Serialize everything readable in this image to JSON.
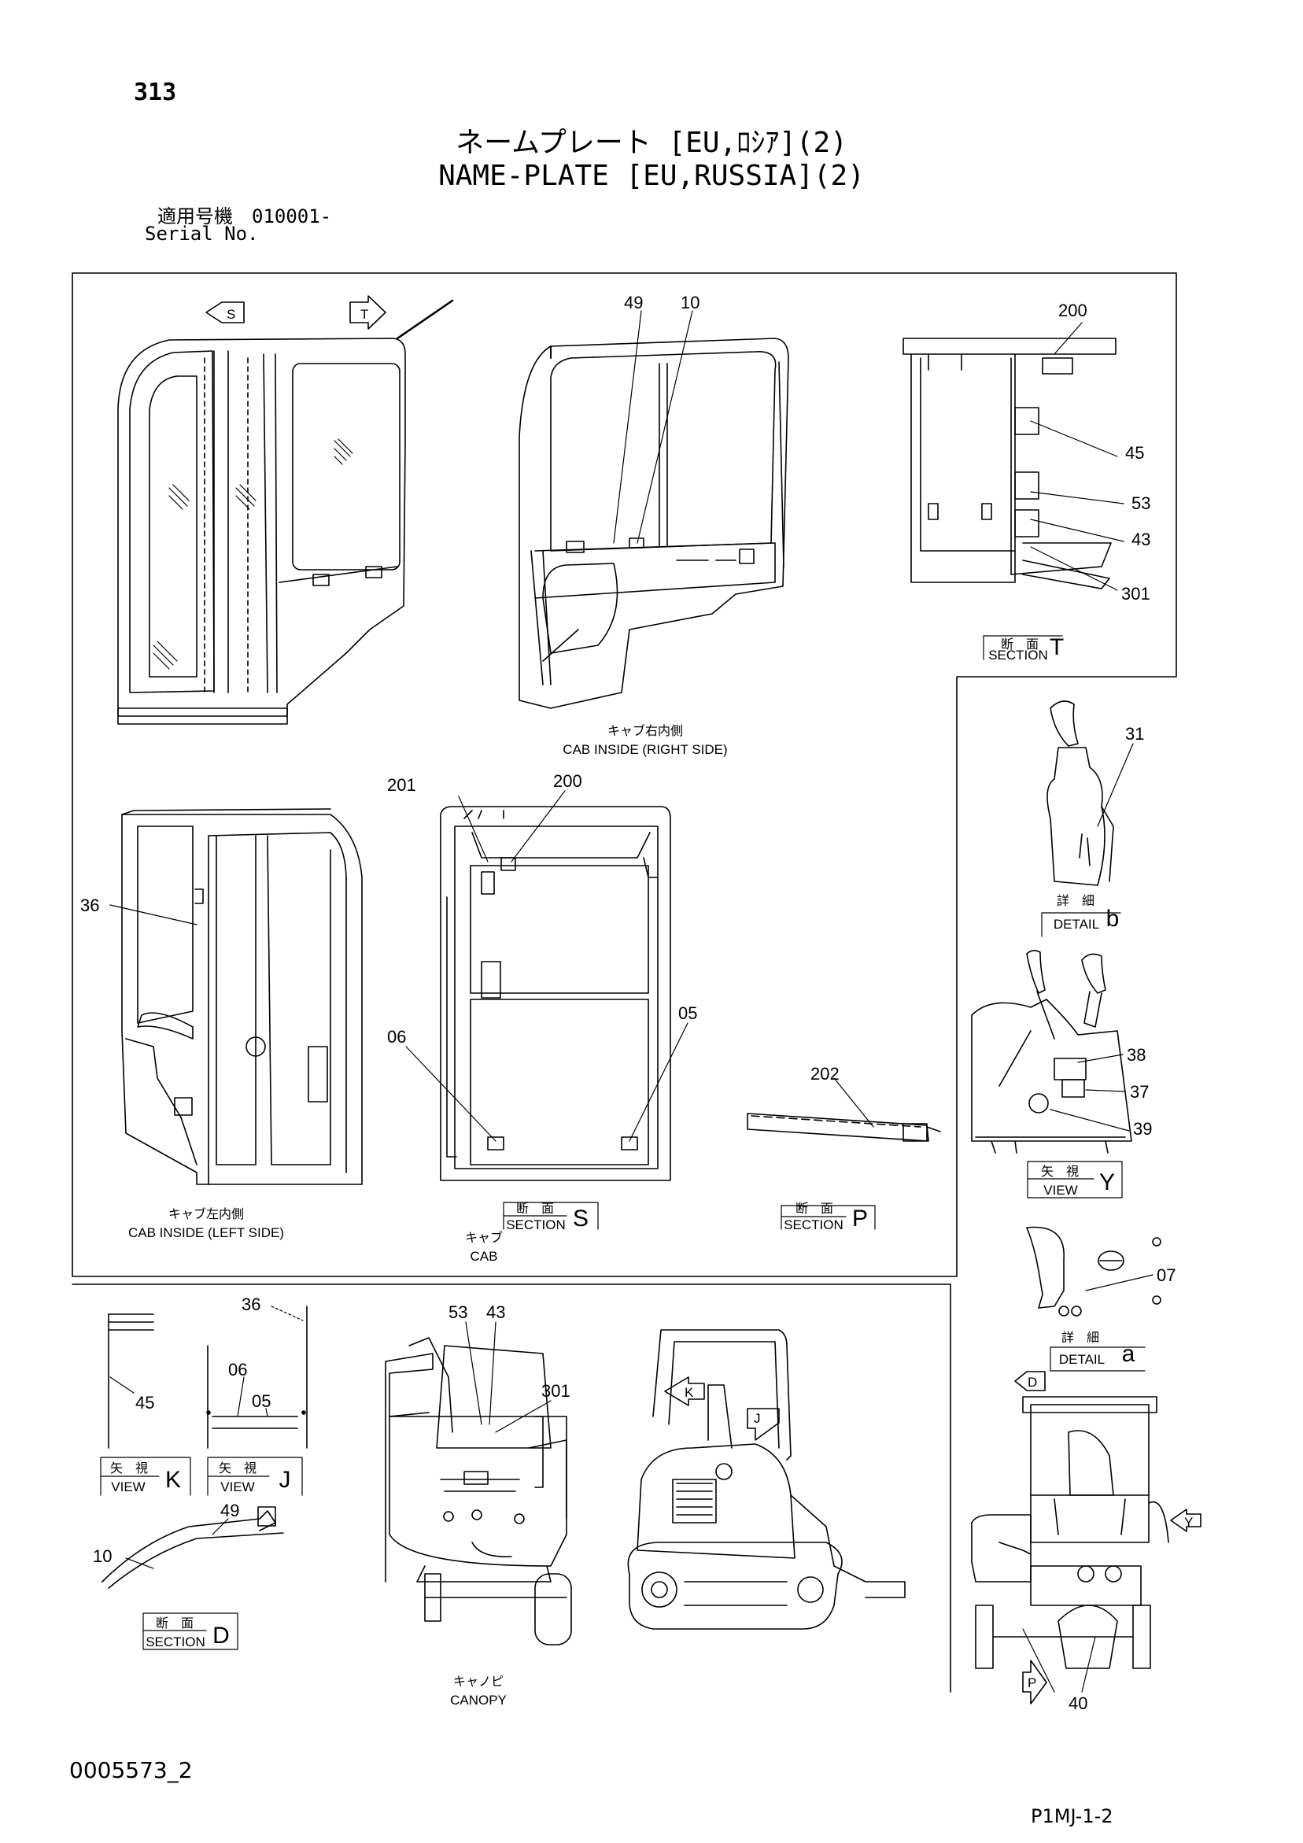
{
  "header": {
    "page_number": "313",
    "title_jp": "ネームプレート [EU,ﾛｼｱ](2)",
    "title_en": "NAME-PLATE [EU,RUSSIA](2)",
    "serial_jp": "適用号機　010001-",
    "serial_en": "Serial No."
  },
  "footer": {
    "doc_id": "0005573_2",
    "page_code": "P1MJ-1-2"
  },
  "callouts": {
    "c49a": "49",
    "c10a": "10",
    "c200a": "200",
    "c45a": "45",
    "c53a": "53",
    "c43a": "43",
    "c301a": "301",
    "c31": "31",
    "c201": "201",
    "c200b": "200",
    "c36a": "36",
    "c06a": "06",
    "c05a": "05",
    "c202": "202",
    "c38": "38",
    "c37": "37",
    "c39": "39",
    "c07": "07",
    "c36b": "36",
    "c06b": "06",
    "c05b": "05",
    "c45b": "45",
    "c53b": "53",
    "c43b": "43",
    "c301b": "301",
    "c10b": "10",
    "c49b": "49",
    "c40": "40"
  },
  "captions": {
    "cab_right_jp": "キャブ右内側",
    "cab_right_en": "CAB INSIDE (RIGHT SIDE)",
    "cab_left_jp": "キャブ左内側",
    "cab_left_en": "CAB INSIDE (LEFT SIDE)",
    "cab_jp": "キャブ",
    "cab_en": "CAB",
    "canopy_jp": "キャノピ",
    "canopy_en": "CANOPY"
  },
  "view_boxes": {
    "section_jp": "断　面",
    "section_en": "SECTION",
    "view_jp": "矢　視",
    "view_en": "VIEW",
    "detail_jp": "詳　細",
    "detail_en": "DETAIL",
    "sec_T": "T",
    "sec_S": "S",
    "sec_P": "P",
    "sec_D": "D",
    "view_Y": "Y",
    "view_K": "K",
    "view_J": "J",
    "det_b": "b",
    "det_a": "a"
  },
  "view_arrows": {
    "s": "S",
    "t": "T",
    "k": "K",
    "j": "J",
    "d": "D",
    "y": "Y",
    "p": "P"
  }
}
